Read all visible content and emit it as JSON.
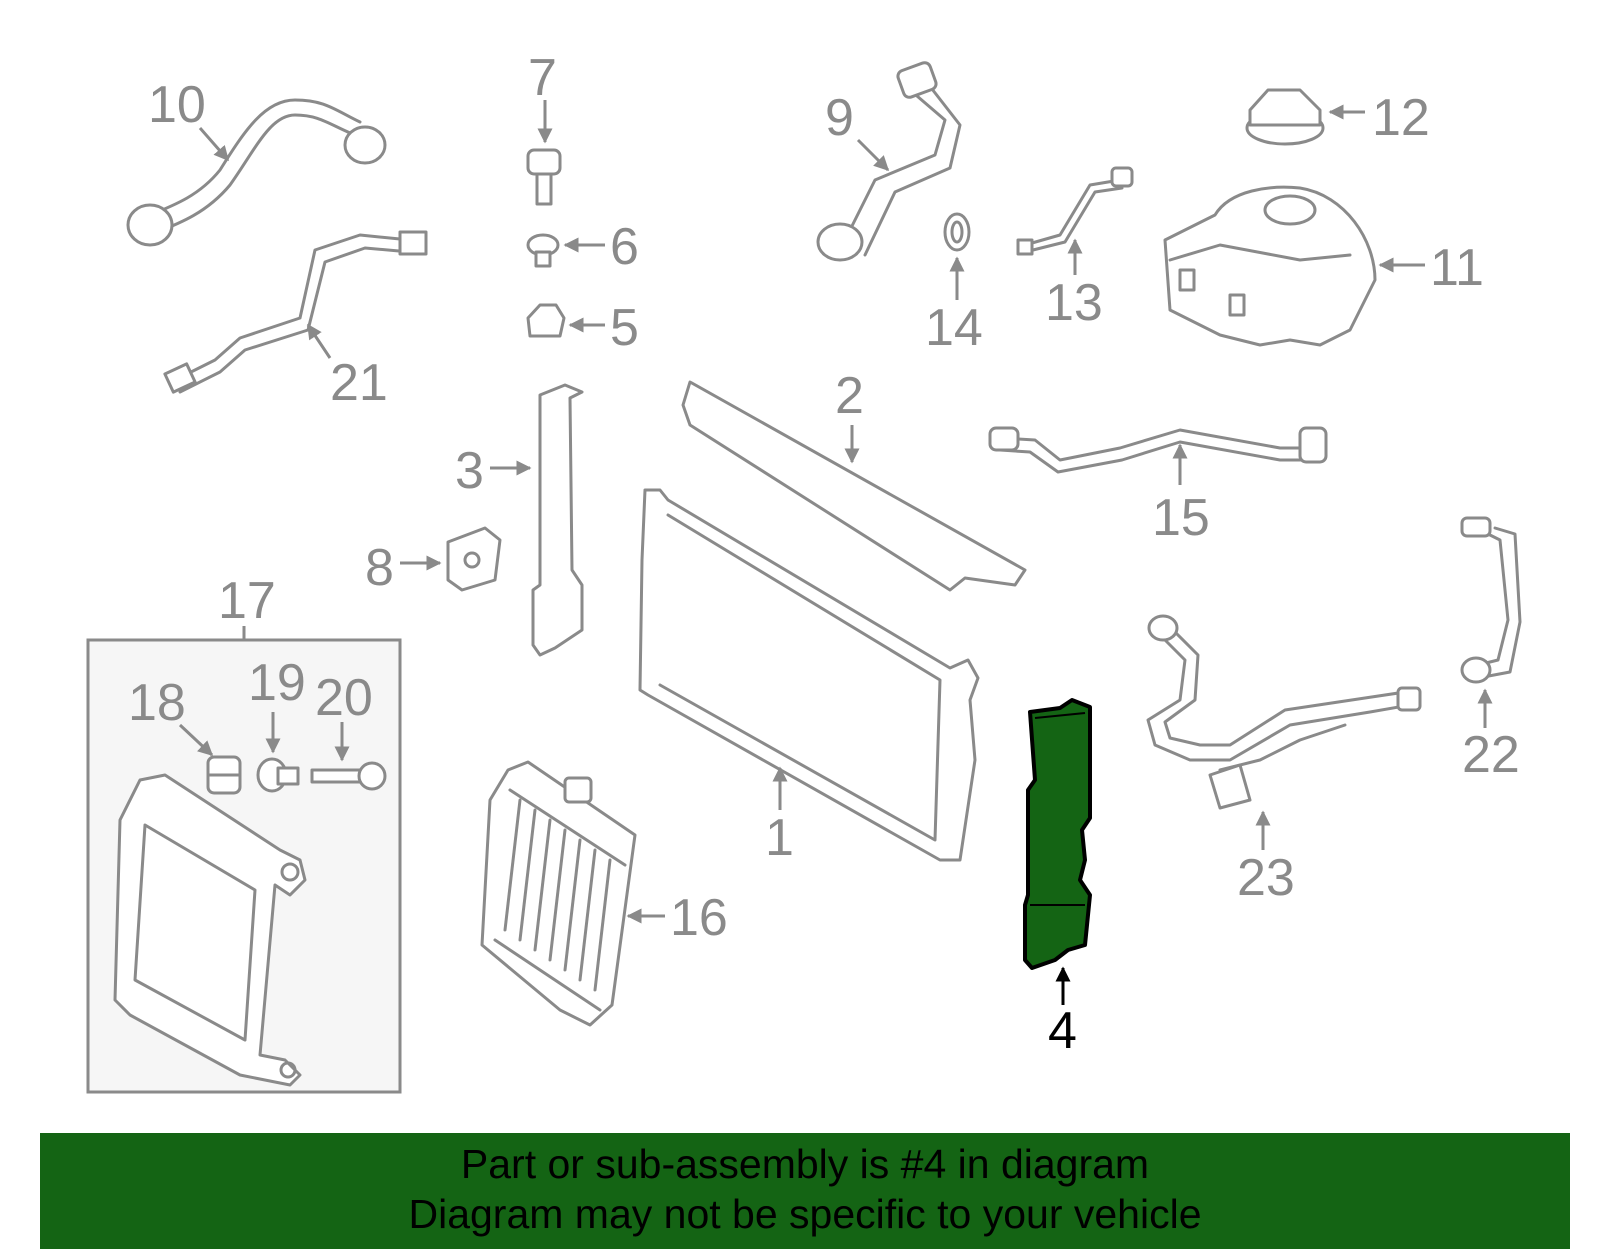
{
  "diagram": {
    "highlighted_part": "4",
    "highlight_color": "#146414",
    "line_color": "#8a8a8a",
    "callouts": [
      "1",
      "2",
      "3",
      "4",
      "5",
      "6",
      "7",
      "8",
      "9",
      "10",
      "11",
      "12",
      "13",
      "14",
      "15",
      "16",
      "17",
      "18",
      "19",
      "20",
      "21",
      "22",
      "23"
    ]
  },
  "footer": {
    "background": "#146414",
    "line1": "Part or sub-assembly is #4 in diagram",
    "line2": "Diagram may not be specific to your vehicle"
  }
}
